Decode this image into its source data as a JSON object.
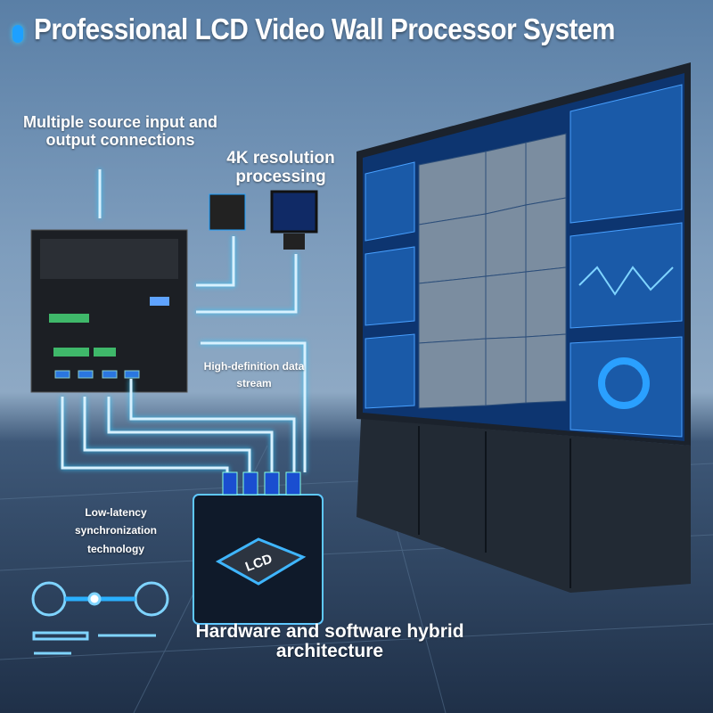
{
  "title": "Professional LCD Video Wall Processor System",
  "labels": {
    "inputs": "Multiple source input and output connections",
    "resolution": "4K resolution processing",
    "stream": "High-definition data stream",
    "latency": "Low-latency synchronization technology",
    "architecture": "Hardware and software hybrid architecture"
  },
  "chip_text": "LCD",
  "colors": {
    "accent": "#1ea0ff",
    "glow": "#7fd4ff",
    "panel": "#0a2a55"
  }
}
